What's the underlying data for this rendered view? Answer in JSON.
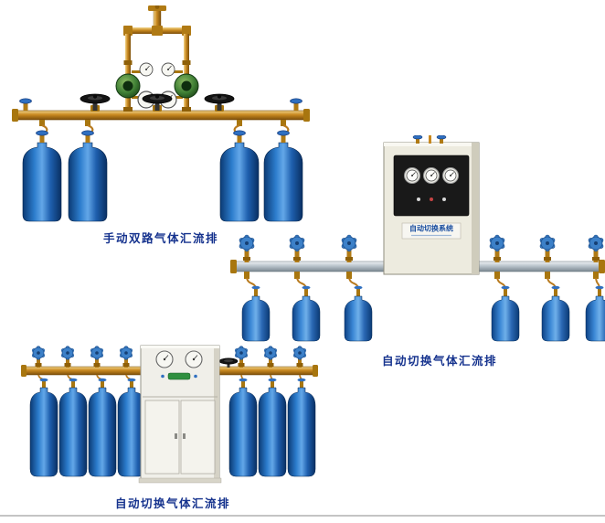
{
  "page": {
    "background": "#ffffff"
  },
  "figures": {
    "manual_dual": {
      "caption": "手动双路气体汇流排",
      "cylinders": 4
    },
    "auto_switch_right": {
      "caption": "自动切换气体汇流排",
      "cabinet_label": "自动切换系统",
      "cylinders": 6
    },
    "auto_switch_bottom": {
      "caption": "自动切换气体汇流排",
      "cylinders": 7
    }
  },
  "colors": {
    "caption": "#16338e",
    "brass": "#c8881f",
    "silver_pipe": "#b9c3cb",
    "cylinder_blue": "#1e5fae",
    "valve_blue": "#3c80c8",
    "regulator_green": "#3f7f35",
    "cabinet": "#edebdf",
    "panel_black": "#191919"
  }
}
